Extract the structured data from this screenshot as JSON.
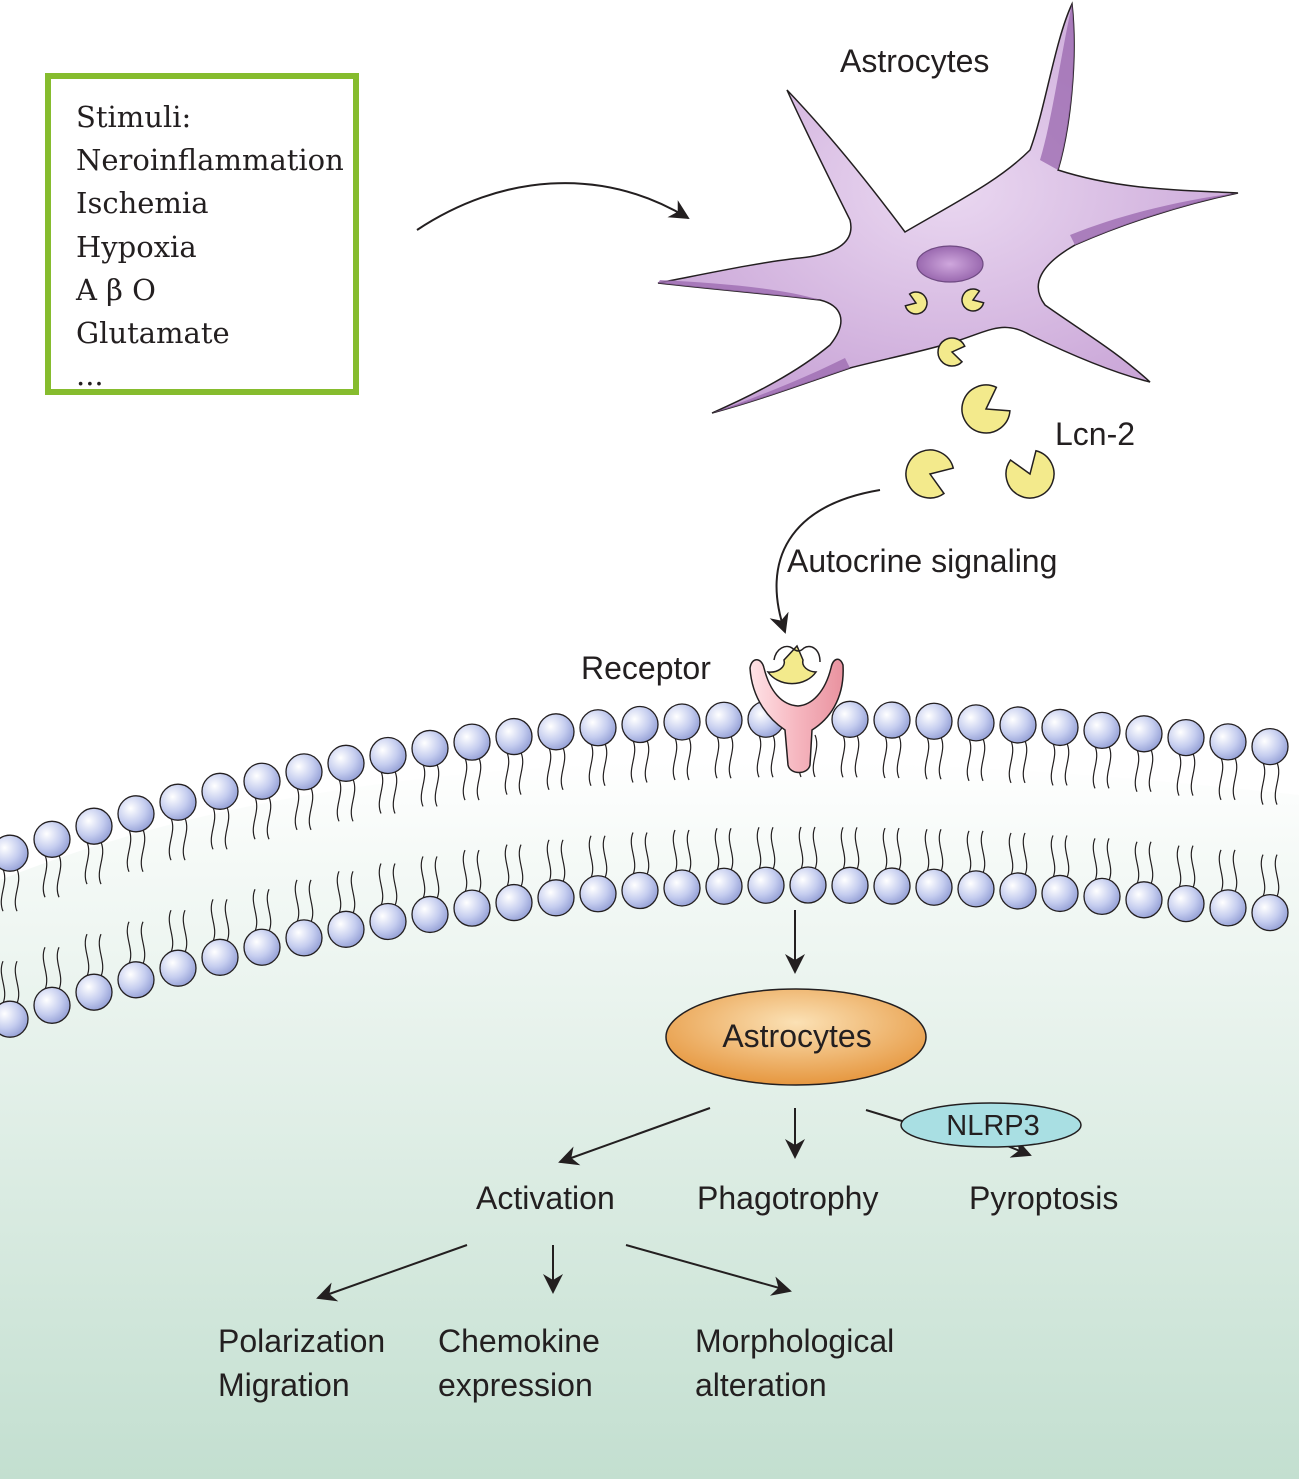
{
  "stimuli": {
    "heading": "Stimuli:",
    "items": [
      "Neroinflammation",
      "Ischemia",
      "Hypoxia",
      "A β O",
      "Glutamate",
      "..."
    ]
  },
  "labels": {
    "astrocytes_cell": "Astrocytes",
    "lcn2": "Lcn-2",
    "autocrine": "Autocrine signaling",
    "receptor": "Receptor",
    "astrocytes_node": "Astrocytes",
    "nlrp3": "NLRP3",
    "activation": "Activation",
    "phagotrophy": "Phagotrophy",
    "pyroptosis": "Pyroptosis",
    "polarization": "Polarization",
    "migration": "Migration",
    "chemokine": "Chemokine",
    "expression": "expression",
    "morphological": "Morphological",
    "alteration": "alteration"
  },
  "colors": {
    "stimuli_border": "#86bc2e",
    "astrocyte": "#c9a6d6",
    "astrocyte_dark": "#9a6aaf",
    "lcn2": "#f3ea8c",
    "receptor": "#f2b4bc",
    "lipid_head": "#aeb7e3",
    "cytoplasm_top": "#f7fbf8",
    "cytoplasm_bottom": "#c3dfd0",
    "astro_node": "#eeaa55",
    "nlrp3": "#a9dfe3"
  }
}
